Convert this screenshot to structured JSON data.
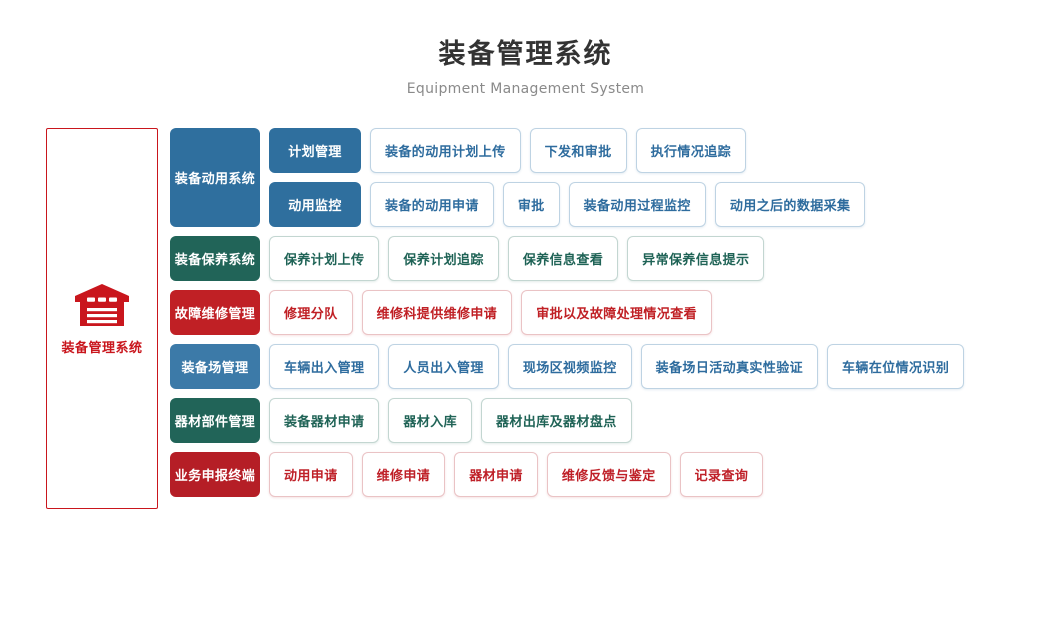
{
  "header": {
    "title": "装备管理系统",
    "subtitle": "Equipment Management System"
  },
  "left_panel": {
    "icon": "warehouse-icon",
    "label": "装备管理系统",
    "border_color": "#c9161d",
    "text_color": "#c9161d"
  },
  "rows": [
    {
      "name": "装备动用系统",
      "theme": "blue",
      "accent": "#2f6f9e",
      "subrows": [
        {
          "head": "计划管理",
          "cells": [
            "装备的动用计划上传",
            "下发和审批",
            "执行情况追踪"
          ]
        },
        {
          "head": "动用监控",
          "cells": [
            "装备的动用申请",
            "审批",
            "装备动用过程监控",
            "动用之后的数据采集"
          ]
        }
      ]
    },
    {
      "name": "装备保养系统",
      "theme": "green",
      "accent": "#216458",
      "cells": [
        "保养计划上传",
        "保养计划追踪",
        "保养信息查看",
        "异常保养信息提示"
      ]
    },
    {
      "name": "故障维修管理",
      "theme": "red",
      "accent": "#c02025",
      "cells": [
        "修理分队",
        "维修科提供维修申请",
        "审批以及故障处理情况查看"
      ]
    },
    {
      "name": "装备场管理",
      "theme": "blue2",
      "accent": "#3c7aa8",
      "cells": [
        "车辆出入管理",
        "人员出入管理",
        "现场区视频监控",
        "装备场日活动真实性验证",
        "车辆在位情况识别"
      ]
    },
    {
      "name": "器材部件管理",
      "theme": "green",
      "accent": "#216458",
      "cells": [
        "装备器材申请",
        "器材入库",
        "器材出库及器材盘点"
      ]
    },
    {
      "name": "业务申报终端",
      "theme": "red2",
      "accent": "#b51e26",
      "cells": [
        "动用申请",
        "维修申请",
        "器材申请",
        "维修反馈与鉴定",
        "记录查询"
      ]
    }
  ]
}
